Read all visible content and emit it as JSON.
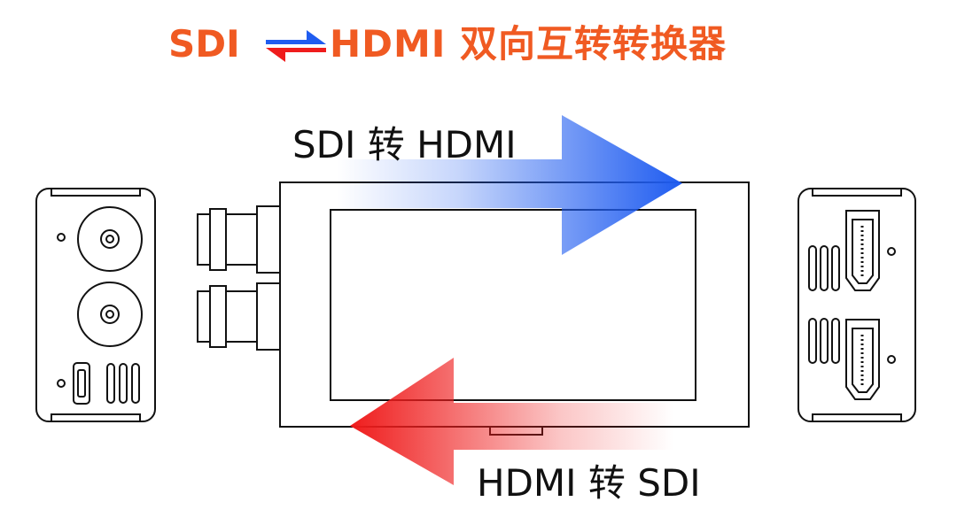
{
  "title": {
    "left": "SDI",
    "right": "HDMI 双向互转转换器",
    "accent_color": "#f05a22"
  },
  "arrows": {
    "sdi_to_hdmi": {
      "label": "SDI 转 HDMI",
      "color": "#1f5cf0"
    },
    "hdmi_to_sdi": {
      "label": "HDMI 转 SDI",
      "color": "#ef1c1c"
    }
  },
  "icons": {
    "bidirectional": "swap-arrows-icon",
    "sdi_port": "bnc-connector-icon",
    "hdmi_port": "hdmi-port-icon",
    "vent": "vent-slots-icon",
    "led": "indicator-led-icon"
  }
}
